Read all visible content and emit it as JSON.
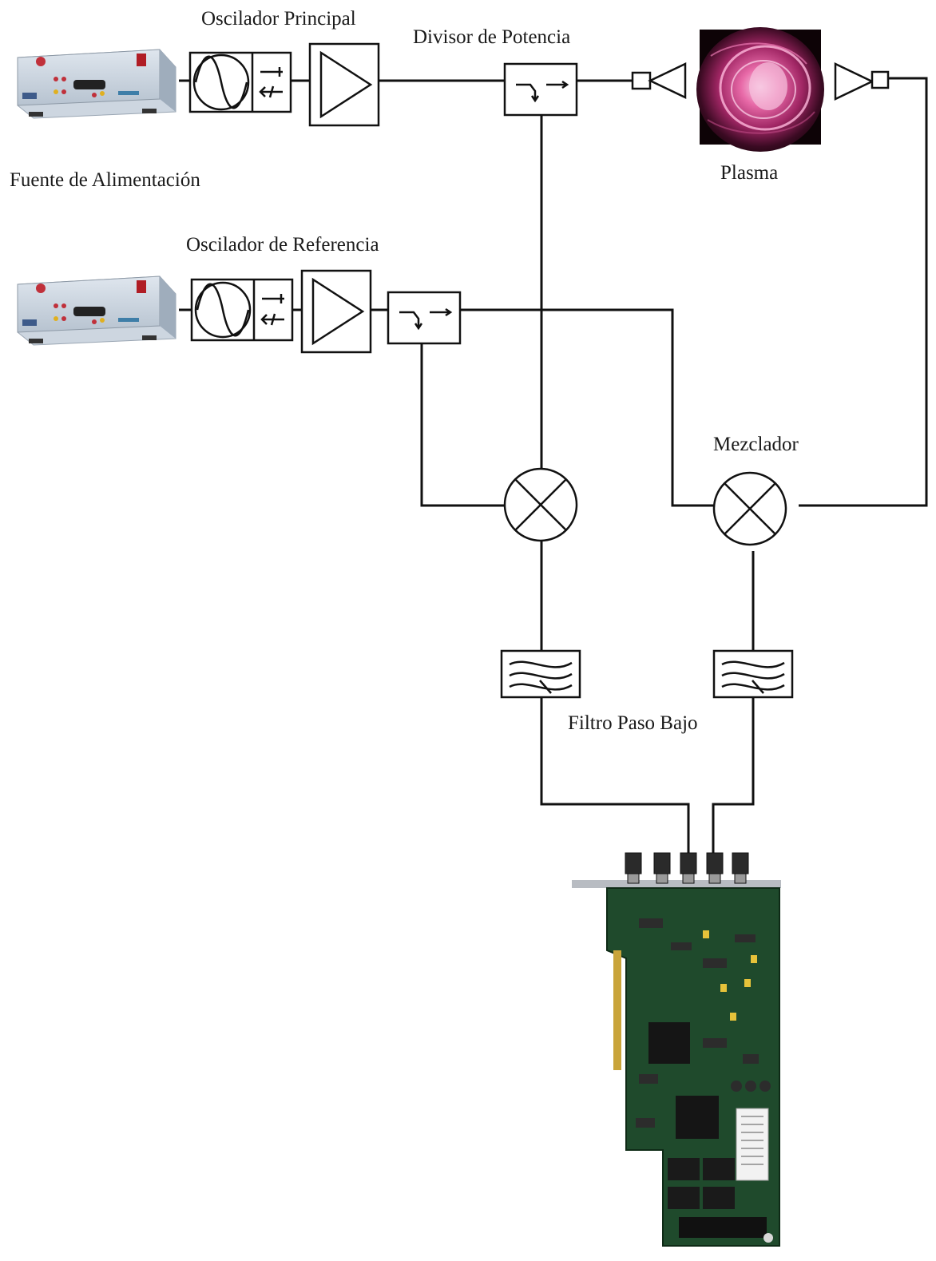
{
  "labels": {
    "main_oscillator": "Oscilador Principal",
    "power_divider": "Divisor de Potencia",
    "power_supply": "Fuente de Alimentación",
    "plasma": "Plasma",
    "reference_oscillator": "Oscilador de Referencia",
    "mixer": "Mezclador",
    "low_pass_filter": "Filtro Paso Bajo"
  },
  "colors": {
    "line": "#111111",
    "supply_body": "#c9d3de",
    "plasma_pink": "#e25a9a",
    "pcb_green": "#1f4a2c"
  }
}
